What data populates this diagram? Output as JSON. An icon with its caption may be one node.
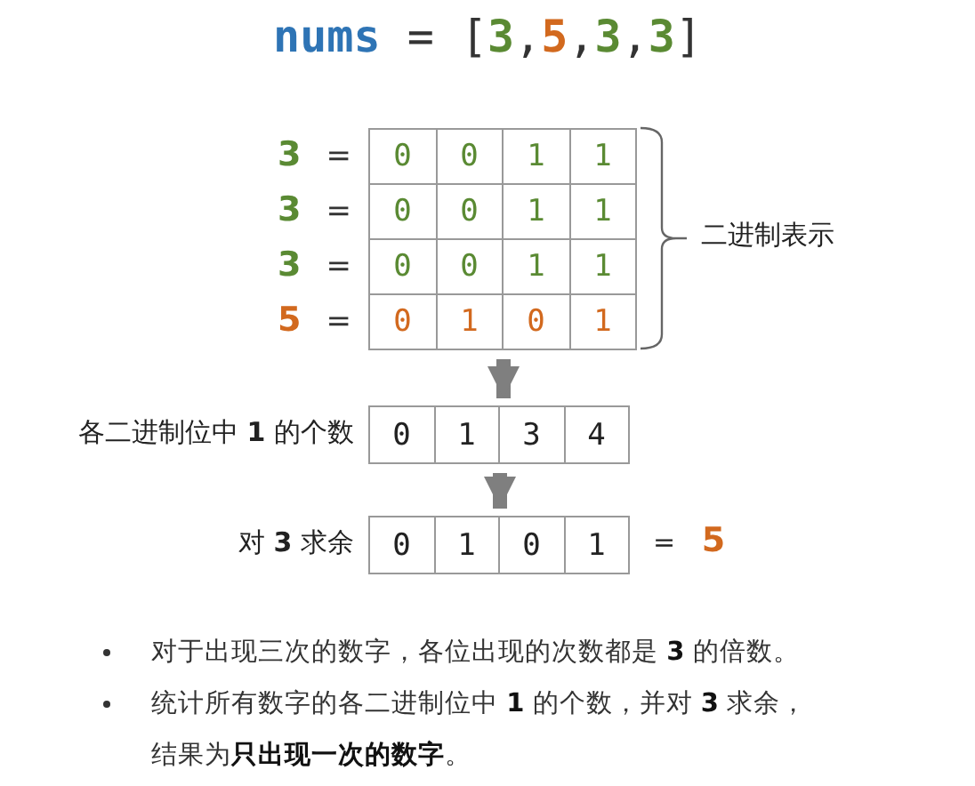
{
  "diagram": {
    "title": "nums = [3,5,3,3]",
    "nodes": [
      {
        "text": [
          "0",
          "0",
          "1",
          "1",
          "0",
          "0",
          "1",
          "1",
          "0",
          "0",
          "1",
          "1",
          "0",
          "1",
          "0",
          "1"
        ]
      },
      {
        "text": [
          "0",
          "1",
          "3",
          "4"
        ],
        "beside": [
          "各二进制位中 **1** 的个数"
        ]
      },
      {
        "text": [
          "0",
          "1",
          "0",
          "1"
        ],
        "beside": [
          "对 **3** 求余",
          "= **5**"
        ]
      }
    ],
    "edges": [
      {
        "from": 0,
        "to": 1,
        "arrow": "to"
      },
      {
        "from": 1,
        "to": 2,
        "arrow": "to"
      }
    ],
    "labels": [
      "**3** =",
      "**3** =",
      "**3** =",
      "**5** =",
      "二进制表示",
      "对于出现三次的数字，各位出现的次数都是 **3** 的倍数。",
      "统计所有数字的各二进制位中 **1** 的个数，并对 **3** 求余，结果为**只出现一次的数字**。"
    ]
  }
}
